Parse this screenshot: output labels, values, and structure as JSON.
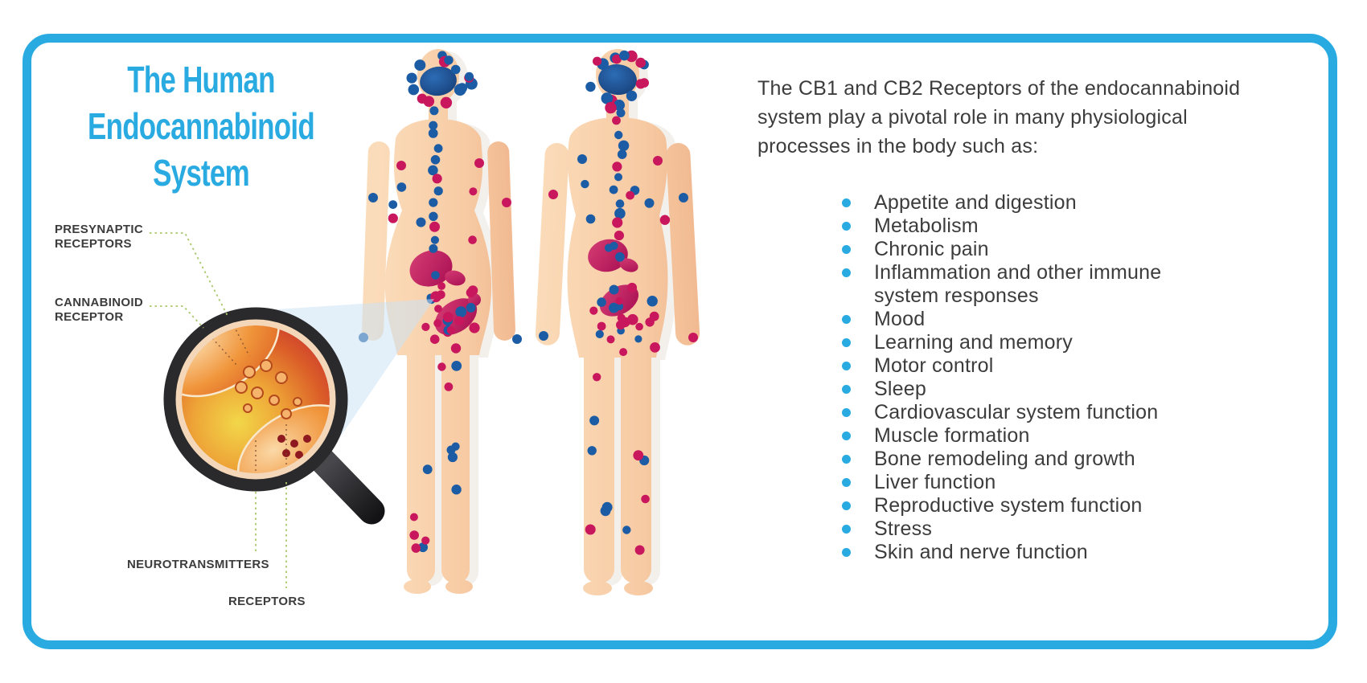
{
  "title": {
    "text": "The Human\nEndocannabinoid System"
  },
  "annotations": {
    "presynaptic_receptors": "PRESYNAPTIC\nRECEPTORS",
    "cannabinoid_receptor": "CANNABINOID\nRECEPTOR",
    "neurotransmitters": "NEUROTRANSMITTERS",
    "receptors": "RECEPTORS"
  },
  "right_panel": {
    "intro": "The CB1 and CB2 Receptors of the endocannabinoid\nsystem play a pivotal role in many physiological\nprocesses in the body such as:",
    "items": [
      "Appetite and digestion",
      "Metabolism",
      "Chronic pain",
      "Inflammation and other immune\nsystem responses",
      "Mood",
      "Learning and memory",
      "Motor control",
      "Sleep",
      "Cardiovascular system function",
      "Muscle formation",
      "Bone remodeling and growth",
      "Liver function",
      "Reproductive system function",
      "Stress",
      "Skin and nerve function"
    ]
  },
  "colors": {
    "frame_border": "#29ABE2",
    "title": "#29ABE2",
    "bullet": "#29ABE2",
    "text": "#3C3C3C",
    "receptor_blue": "#1C5CA5",
    "receptor_magenta": "#C8175D",
    "skin": "#F7CBA4",
    "organ_magenta": "#C2195E",
    "brain_blue": "#1B4E93",
    "connector_green": "#A9C86B",
    "beam_blue": "#CCE2F4",
    "lens_rim_dark": "#2A2A2C"
  }
}
